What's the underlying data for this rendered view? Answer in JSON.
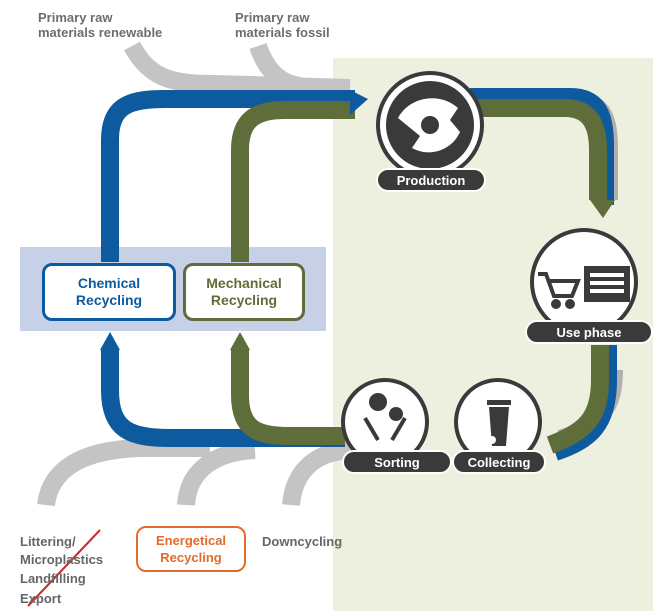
{
  "sources": {
    "renewable": "Primary raw\nmaterials renewable",
    "fossil": "Primary raw\nmaterials fossil"
  },
  "recycling": {
    "chemical": "Chemical\nRecycling",
    "mechanical": "Mechanical\nRecycling"
  },
  "stages": {
    "production": "Production",
    "use_phase": "Use phase",
    "sorting": "Sorting",
    "collecting": "Collecting"
  },
  "outputs": {
    "littering": "Littering/\nMicroplastics",
    "landfilling": "Landfilling",
    "export": "Export",
    "energetical": "Energetical\nRecycling",
    "downcycling": "Downcycling"
  },
  "colors": {
    "blue": "#0d5a9e",
    "olive": "#5f6d3a",
    "grey_flow": "#c4c4c4",
    "green_bg": "#edefdf",
    "blue_bg": "#c6d1e8",
    "energetic": "#e36b2c",
    "dark": "#3a3a3a"
  },
  "icons": [
    "gear-globe-icon",
    "shopping-cart-icon",
    "shop-icon",
    "gears-icon",
    "trash-bin-icon",
    "strike-icon"
  ]
}
